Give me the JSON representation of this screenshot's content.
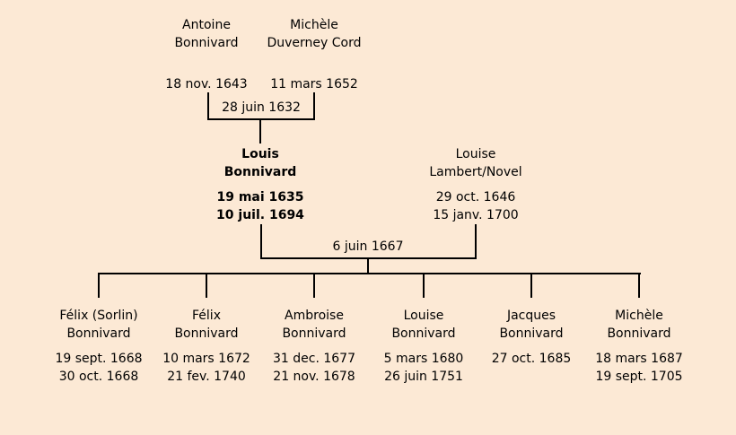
{
  "page": {
    "background_color": "#fce9d5",
    "line_color": "#000000",
    "text_color": "#000000"
  },
  "generation1": {
    "husband": {
      "name_line1": "Antoine",
      "name_line2": "Bonnivard",
      "date1": "18 nov. 1643"
    },
    "wife": {
      "name_line1": "Michèle",
      "name_line2": "Duverney Cord",
      "date1": "11 mars 1652"
    },
    "marriage_date": "28 juin 1632"
  },
  "generation2": {
    "husband": {
      "name_line1": "Louis",
      "name_line2": "Bonnivard",
      "date1": "19 mai 1635",
      "date2": "10 juil. 1694"
    },
    "wife": {
      "name_line1": "Louise",
      "name_line2": "Lambert/Novel",
      "date1": "29 oct. 1646",
      "date2": "15 janv. 1700"
    },
    "marriage_date": "6 juin 1667"
  },
  "generation3": {
    "children": [
      {
        "name_line1": "Félix (Sorlin)",
        "name_line2": "Bonnivard",
        "date1": "19 sept. 1668",
        "date2": "30 oct. 1668"
      },
      {
        "name_line1": "Félix",
        "name_line2": "Bonnivard",
        "date1": "10 mars 1672",
        "date2": "21 fev. 1740"
      },
      {
        "name_line1": "Ambroise",
        "name_line2": "Bonnivard",
        "date1": "31 dec. 1677",
        "date2": "21 nov. 1678"
      },
      {
        "name_line1": "Louise",
        "name_line2": "Bonnivard",
        "date1": "5 mars 1680",
        "date2": "26 juin 1751"
      },
      {
        "name_line1": "Jacques",
        "name_line2": "Bonnivard",
        "date1": "27 oct. 1685"
      },
      {
        "name_line1": "Michèle",
        "name_line2": "Bonnivard",
        "date1": "18 mars 1687",
        "date2": "19 sept. 1705"
      }
    ]
  }
}
